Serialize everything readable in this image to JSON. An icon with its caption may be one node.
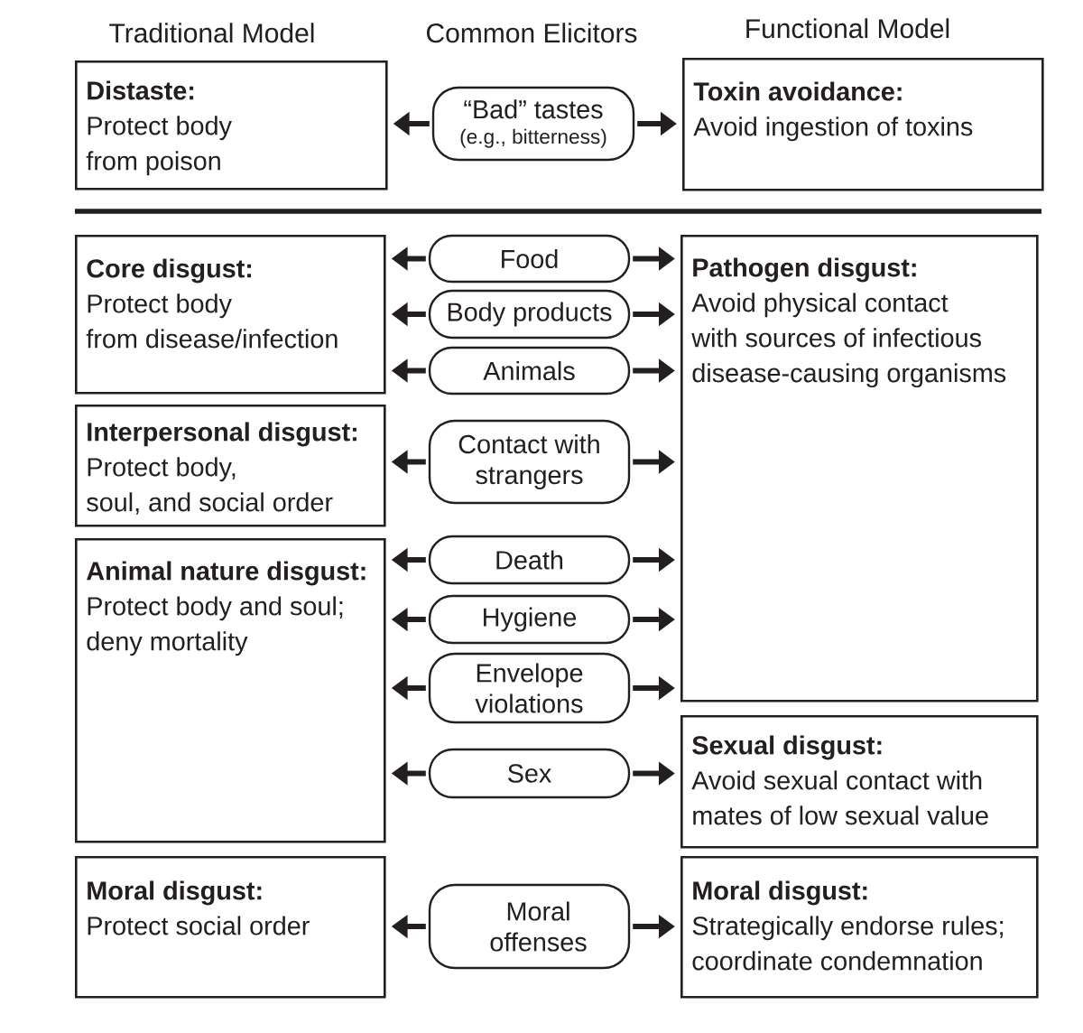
{
  "diagram": {
    "nodes": [
      {
        "text": [
          "Distaste:",
          "Protect body from poison"
        ]
      },
      {
        "text": [
          "“Bad” tastes",
          "(e.g., bitterness)"
        ]
      },
      {
        "text": [
          "Toxin avoidance:",
          "Avoid ingestion of toxins"
        ]
      },
      {
        "text": [
          "Core disgust:",
          "Protect body from disease/infection"
        ]
      },
      {
        "text": [
          "Food"
        ]
      },
      {
        "text": [
          "Pathogen disgust:",
          "Avoid physical contact with sources of infectious disease-causing organisms"
        ]
      },
      {
        "text": [
          "Body products"
        ]
      },
      {
        "text": [
          "Animals"
        ]
      },
      {
        "text": [
          "Interpersonal disgust:",
          "Protect body, soul, and social order"
        ]
      },
      {
        "text": [
          "Contact with strangers"
        ]
      },
      {
        "text": [
          "Animal nature disgust:",
          "Protect body and soul; deny mortality"
        ]
      },
      {
        "text": [
          "Death"
        ]
      },
      {
        "text": [
          "Hygiene"
        ]
      },
      {
        "text": [
          "Envelope violations"
        ]
      },
      {
        "text": [
          "Sex"
        ]
      },
      {
        "text": [
          "Sexual disgust:",
          "Avoid sexual contact with mates of low sexual value"
        ]
      },
      {
        "text": [
          "Moral disgust:",
          "Protect social order"
        ]
      },
      {
        "text": [
          "Moral offenses"
        ]
      },
      {
        "text": [
          "Moral disgust:",
          "Strategically endorse rules; coordinate condemnation"
        ]
      }
    ],
    "edges": [
      {
        "from": 1,
        "to": 0,
        "arrow": "to"
      },
      {
        "from": 1,
        "to": 2,
        "arrow": "to"
      },
      {
        "from": 4,
        "to": 3,
        "arrow": "to"
      },
      {
        "from": 4,
        "to": 5,
        "arrow": "to"
      },
      {
        "from": 6,
        "to": 3,
        "arrow": "to"
      },
      {
        "from": 6,
        "to": 5,
        "arrow": "to"
      },
      {
        "from": 7,
        "to": 3,
        "arrow": "to"
      },
      {
        "from": 7,
        "to": 5,
        "arrow": "to"
      },
      {
        "from": 9,
        "to": 8,
        "arrow": "to"
      },
      {
        "from": 9,
        "to": 5,
        "arrow": "to"
      },
      {
        "from": 11,
        "to": 10,
        "arrow": "to"
      },
      {
        "from": 11,
        "to": 5,
        "arrow": "to"
      },
      {
        "from": 12,
        "to": 10,
        "arrow": "to"
      },
      {
        "from": 12,
        "to": 5,
        "arrow": "to"
      },
      {
        "from": 13,
        "to": 10,
        "arrow": "to"
      },
      {
        "from": 13,
        "to": 5,
        "arrow": "to"
      },
      {
        "from": 14,
        "to": 10,
        "arrow": "to"
      },
      {
        "from": 14,
        "to": 15,
        "arrow": "to"
      },
      {
        "from": 17,
        "to": 16,
        "arrow": "to"
      },
      {
        "from": 17,
        "to": 18,
        "arrow": "to"
      }
    ],
    "labels": [
      "Traditional Model",
      "Common Elicitors",
      "Functional Model"
    ]
  }
}
